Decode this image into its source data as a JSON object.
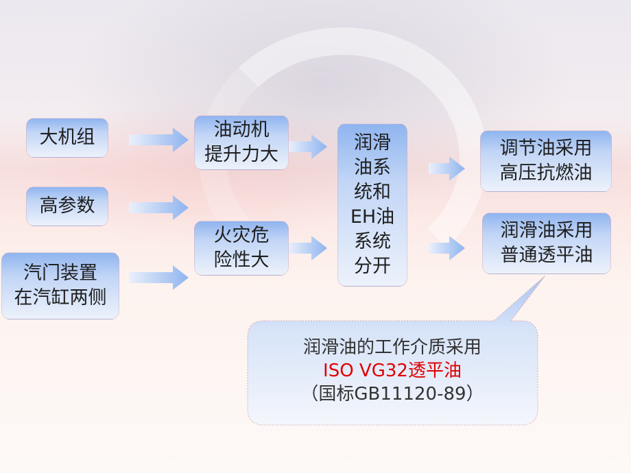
{
  "nodes": {
    "big_unit": "大机组",
    "high_params": "高参数",
    "valve_device": [
      "汽门装置",
      "在汽缸两侧"
    ],
    "oil_motor": [
      "油动机",
      "提升力大"
    ],
    "fire_risk": [
      "火灾危",
      "险性大"
    ],
    "separate_systems": [
      "润滑",
      "油系",
      "统和",
      "EH油",
      "系统",
      "分开"
    ],
    "control_oil": [
      "调节油采用",
      "高压抗燃油"
    ],
    "lube_oil": [
      "润滑油采用",
      "普通透平油"
    ]
  },
  "callout": {
    "line1": "润滑油的工作介质采用",
    "line2": "ISO VG32透平油",
    "line3": "（国标GB11120-89）"
  },
  "colors": {
    "node_top": "#8fb4ef",
    "node_bottom": "#edf2fb",
    "highlight_red": "#e00000"
  }
}
